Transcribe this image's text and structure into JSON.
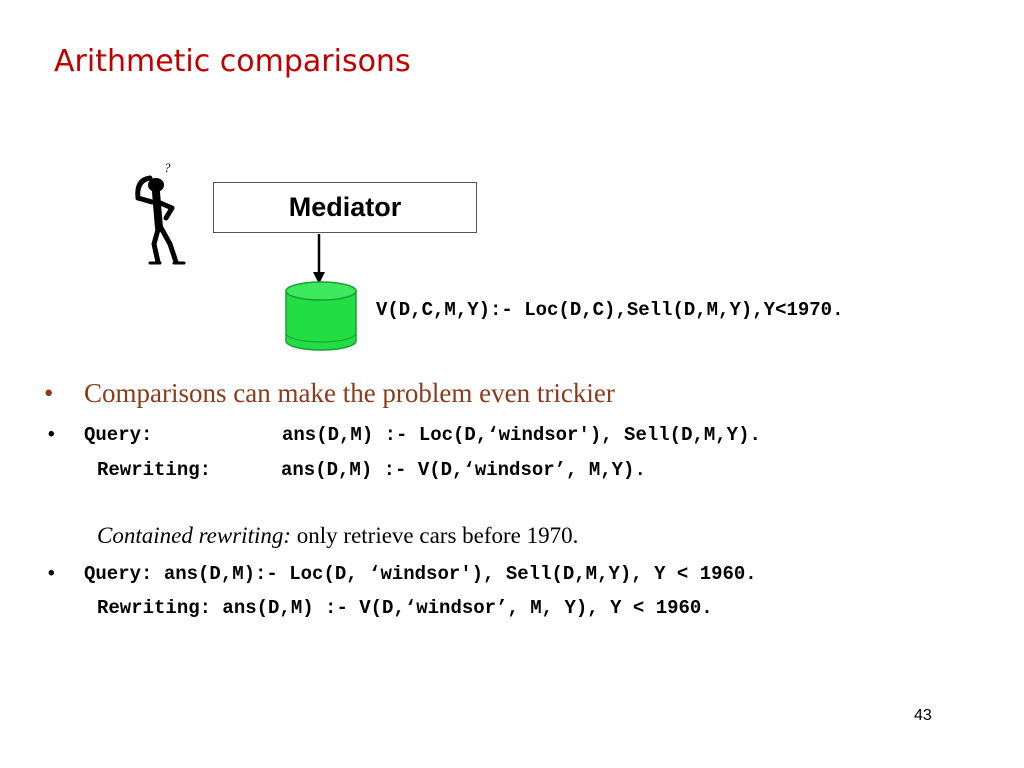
{
  "slide": {
    "title": "Arithmetic comparisons",
    "page_number": "43"
  },
  "diagram": {
    "figure_icon": "thinking-person-icon",
    "figure_mark": "?",
    "mediator_label": "Mediator",
    "database_icon": "database-cylinder-icon",
    "database_color": "#22dd44",
    "view_definition": "V(D,C,M,Y):- Loc(D,C),Sell(D,M,Y),Y<1970."
  },
  "bullets": {
    "bullet_char": "•",
    "main_point": "Comparisons can make the problem even trickier",
    "query1": {
      "label": "Query:",
      "text": "ans(D,M) :- Loc(D,‘windsor'), Sell(D,M,Y).",
      "rewriting_label": "Rewriting:",
      "rewriting_text": "ans(D,M) :- V(D,‘windsor’, M,Y)."
    },
    "contained_note": {
      "label": "Contained rewriting:",
      "text": " only retrieve cars before 1970."
    },
    "query2": {
      "line": "Query: ans(D,M):- Loc(D, ‘windsor'), Sell(D,M,Y), Y < 1960.",
      "rewriting": "Rewriting: ans(D,M) :- V(D,‘windsor’, M, Y), Y < 1960."
    }
  },
  "colors": {
    "title": "#c00000",
    "main_point": "#8b3a1a"
  }
}
